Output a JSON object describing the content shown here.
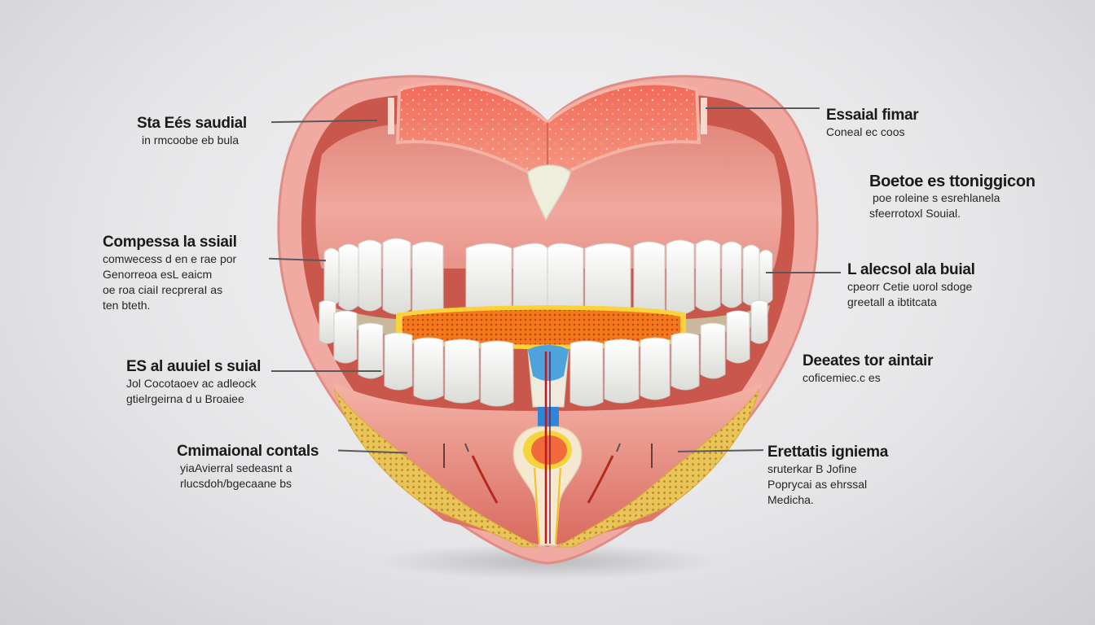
{
  "figure": {
    "type": "anatomical-diagram",
    "subject": "heart-shaped cross-section of mouth, gums and teeth",
    "colors": {
      "background": "#e4e4e6",
      "outer_lip": "#eea6a0",
      "gum": "#e99a8f",
      "palate": "#f07a6a",
      "teeth": "#f6f6f4",
      "tongue_band": "#f2821e",
      "bone": "#e8c25a",
      "leader_line": "#5a5a5e"
    }
  },
  "labels": {
    "left": [
      {
        "title": "Sta Eés saudial",
        "lines": [
          "in rmcoobe eb bula"
        ]
      },
      {
        "title": "Compessa la ssiail",
        "lines": [
          "comwecess d en e rae por",
          "Genorreoa esL eaicm",
          "oe roa ciaiI recpreraI as",
          "ten bteth."
        ]
      },
      {
        "title": "ES al auuiel s suial",
        "lines": [
          "Jol Cocotaoev ac adleock",
          "gtielrgeirna d u Broaiee"
        ]
      },
      {
        "title": "Cmimaional contals",
        "lines": [
          "yiaAvierral sedeasnt a",
          "rlucsdoh/bgecaane bs"
        ]
      }
    ],
    "right": [
      {
        "title": "Essaial fimar",
        "lines": [
          "Coneal ec coos"
        ]
      },
      {
        "title": "Boetoe es ttoniggicon",
        "lines": [
          "poe roleine s esrehlanela",
          "sfeerrotoxl Souial."
        ]
      },
      {
        "title": "L alecsol ala buial",
        "lines": [
          "cpeorr Cetie uorol sdoge",
          "greetall a ibtitcata"
        ]
      },
      {
        "title": "Deeates tor aintair",
        "lines": [
          "coficemiec.c es"
        ]
      },
      {
        "title": "Erettatis igniema",
        "lines": [
          "sruterkar B Jofine",
          "Poprycai as ehrssal",
          "Medicha."
        ]
      }
    ]
  }
}
